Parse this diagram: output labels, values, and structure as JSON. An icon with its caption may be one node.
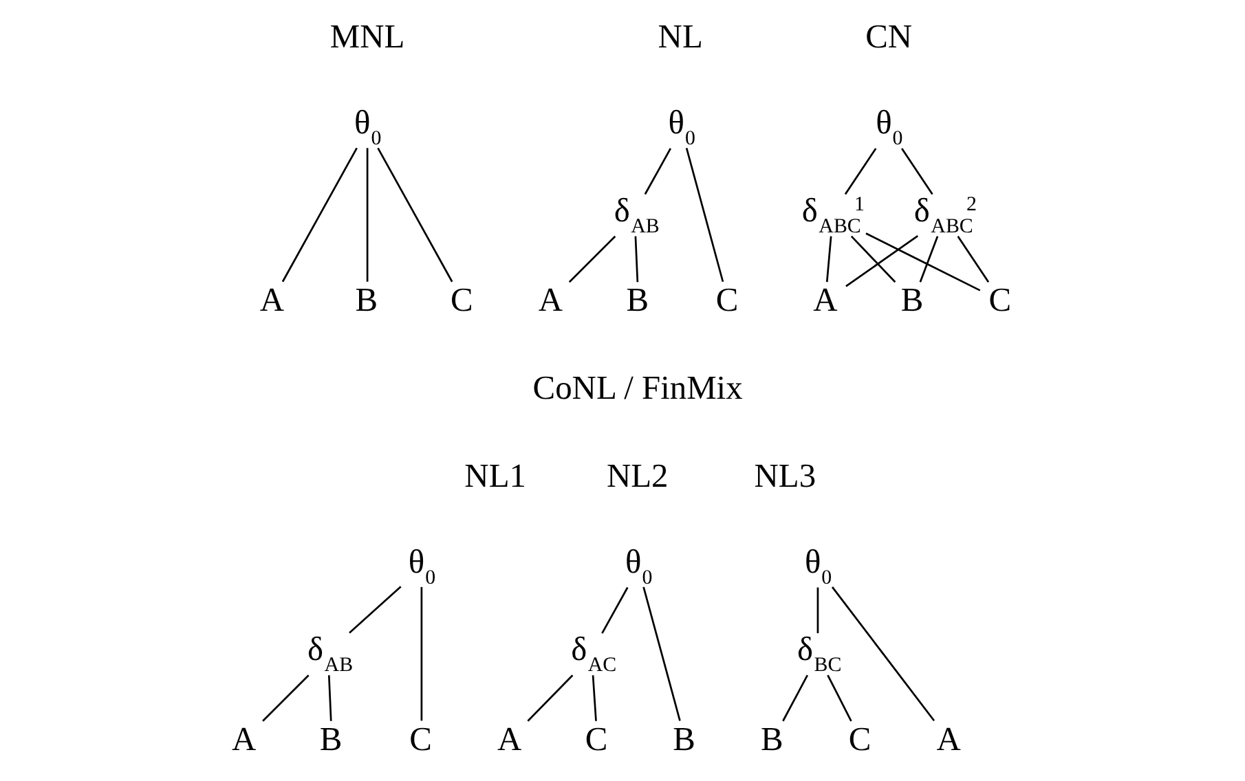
{
  "diagram": {
    "nodes": [
      {
        "text": [
          "θ$_{0}$"
        ]
      },
      {
        "text": [
          "A"
        ]
      },
      {
        "text": [
          "B"
        ]
      },
      {
        "text": [
          "C"
        ]
      },
      {
        "text": [
          "θ$_{0}$"
        ]
      },
      {
        "text": [
          "δ$_{AB}$"
        ]
      },
      {
        "text": [
          "A"
        ]
      },
      {
        "text": [
          "B"
        ]
      },
      {
        "text": [
          "C"
        ]
      },
      {
        "text": [
          "θ$_{0}$"
        ]
      },
      {
        "text": [
          "δ$_{ABC}$$^{1}$"
        ]
      },
      {
        "text": [
          "δ$_{ABC}$$^{2}$"
        ]
      },
      {
        "text": [
          "A"
        ]
      },
      {
        "text": [
          "B"
        ]
      },
      {
        "text": [
          "C"
        ]
      },
      {
        "text": [
          "θ$_{0}$"
        ]
      },
      {
        "text": [
          "δ$_{AB}$"
        ]
      },
      {
        "text": [
          "A"
        ]
      },
      {
        "text": [
          "B"
        ]
      },
      {
        "text": [
          "C"
        ]
      },
      {
        "text": [
          "θ$_{0}$"
        ]
      },
      {
        "text": [
          "δ$_{AC}$"
        ]
      },
      {
        "text": [
          "A"
        ]
      },
      {
        "text": [
          "C"
        ]
      },
      {
        "text": [
          "B"
        ]
      },
      {
        "text": [
          "θ$_{0}$"
        ]
      },
      {
        "text": [
          "δ$_{BC}$"
        ]
      },
      {
        "text": [
          "B"
        ]
      },
      {
        "text": [
          "C"
        ]
      },
      {
        "text": [
          "A"
        ]
      }
    ],
    "edges": [
      {
        "from": 0,
        "to": 1,
        "arrow": "none"
      },
      {
        "from": 0,
        "to": 2,
        "arrow": "none"
      },
      {
        "from": 0,
        "to": 3,
        "arrow": "none"
      },
      {
        "from": 4,
        "to": 5,
        "arrow": "none"
      },
      {
        "from": 4,
        "to": 8,
        "arrow": "none"
      },
      {
        "from": 5,
        "to": 6,
        "arrow": "none"
      },
      {
        "from": 5,
        "to": 7,
        "arrow": "none"
      },
      {
        "from": 9,
        "to": 10,
        "arrow": "none"
      },
      {
        "from": 9,
        "to": 11,
        "arrow": "none"
      },
      {
        "from": 10,
        "to": 12,
        "arrow": "none"
      },
      {
        "from": 10,
        "to": 13,
        "arrow": "none"
      },
      {
        "from": 10,
        "to": 14,
        "arrow": "none"
      },
      {
        "from": 11,
        "to": 12,
        "arrow": "none"
      },
      {
        "from": 11,
        "to": 13,
        "arrow": "none"
      },
      {
        "from": 11,
        "to": 14,
        "arrow": "none"
      },
      {
        "from": 15,
        "to": 16,
        "arrow": "none"
      },
      {
        "from": 15,
        "to": 19,
        "arrow": "none"
      },
      {
        "from": 16,
        "to": 17,
        "arrow": "none"
      },
      {
        "from": 16,
        "to": 18,
        "arrow": "none"
      },
      {
        "from": 20,
        "to": 21,
        "arrow": "none"
      },
      {
        "from": 20,
        "to": 24,
        "arrow": "none"
      },
      {
        "from": 21,
        "to": 22,
        "arrow": "none"
      },
      {
        "from": 21,
        "to": 23,
        "arrow": "none"
      },
      {
        "from": 25,
        "to": 26,
        "arrow": "none"
      },
      {
        "from": 25,
        "to": 29,
        "arrow": "none"
      },
      {
        "from": 26,
        "to": 27,
        "arrow": "none"
      },
      {
        "from": 26,
        "to": 28,
        "arrow": "none"
      }
    ],
    "labels": [
      "MNL",
      "NL",
      "CN",
      "CoNL / FinMix",
      "NL1",
      "NL2",
      "NL3"
    ]
  }
}
